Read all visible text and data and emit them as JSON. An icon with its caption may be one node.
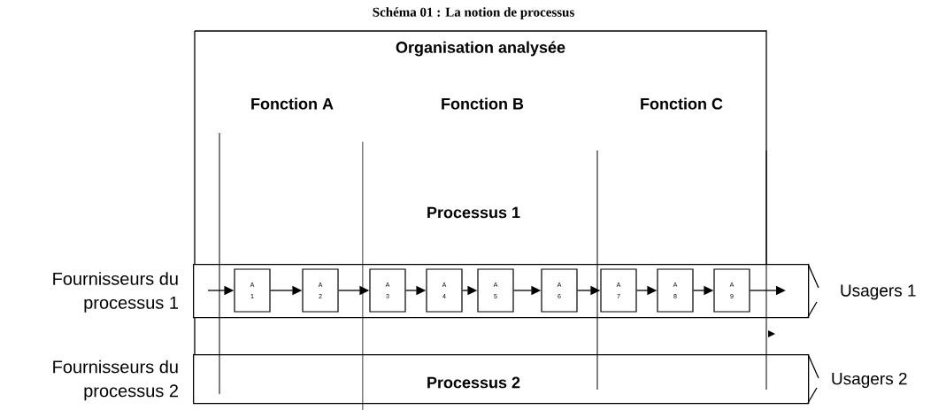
{
  "diagram": {
    "title": "Schéma 01 : La notion de processus",
    "nodes": [
      {
        "text": [
          "Organisation analysée"
        ]
      },
      {
        "text": [],
        "shape": "bar",
        "beside": [
          "Fournisseurs du processus 1",
          "Usagers 1"
        ]
      },
      {
        "text": [
          "A 1"
        ],
        "in": 1
      },
      {
        "text": [
          "A 2"
        ],
        "in": 1
      },
      {
        "text": [
          "A 3"
        ],
        "in": 1
      },
      {
        "text": [
          "A 4"
        ],
        "in": 1
      },
      {
        "text": [
          "A 5"
        ],
        "in": 1
      },
      {
        "text": [
          "A 6"
        ],
        "in": 1
      },
      {
        "text": [
          "A 7"
        ],
        "in": 1
      },
      {
        "text": [
          "A 8"
        ],
        "in": 1
      },
      {
        "text": [
          "A 9"
        ],
        "in": 1
      },
      {
        "text": [
          "Processus 2"
        ],
        "beside": [
          "Fournisseurs du processus 2",
          "Usagers 2"
        ]
      }
    ],
    "edges": [
      {
        "from": null,
        "to": 2,
        "arrow": "to"
      },
      {
        "from": 2,
        "to": 3,
        "arrow": "to"
      },
      {
        "from": 3,
        "to": 4,
        "arrow": "to"
      },
      {
        "from": 4,
        "to": 5,
        "arrow": "to"
      },
      {
        "from": 5,
        "to": 6,
        "arrow": "to"
      },
      {
        "from": 6,
        "to": 7,
        "arrow": "to"
      },
      {
        "from": 7,
        "to": 8,
        "arrow": "to"
      },
      {
        "from": 8,
        "to": 9,
        "arrow": "to"
      },
      {
        "from": 9,
        "to": 10,
        "arrow": "to"
      },
      {
        "from": 10,
        "to": null,
        "arrow": "to"
      }
    ],
    "labels": [
      "Fonction A",
      "Fonction B",
      "Fonction C",
      "Processus 1"
    ]
  }
}
